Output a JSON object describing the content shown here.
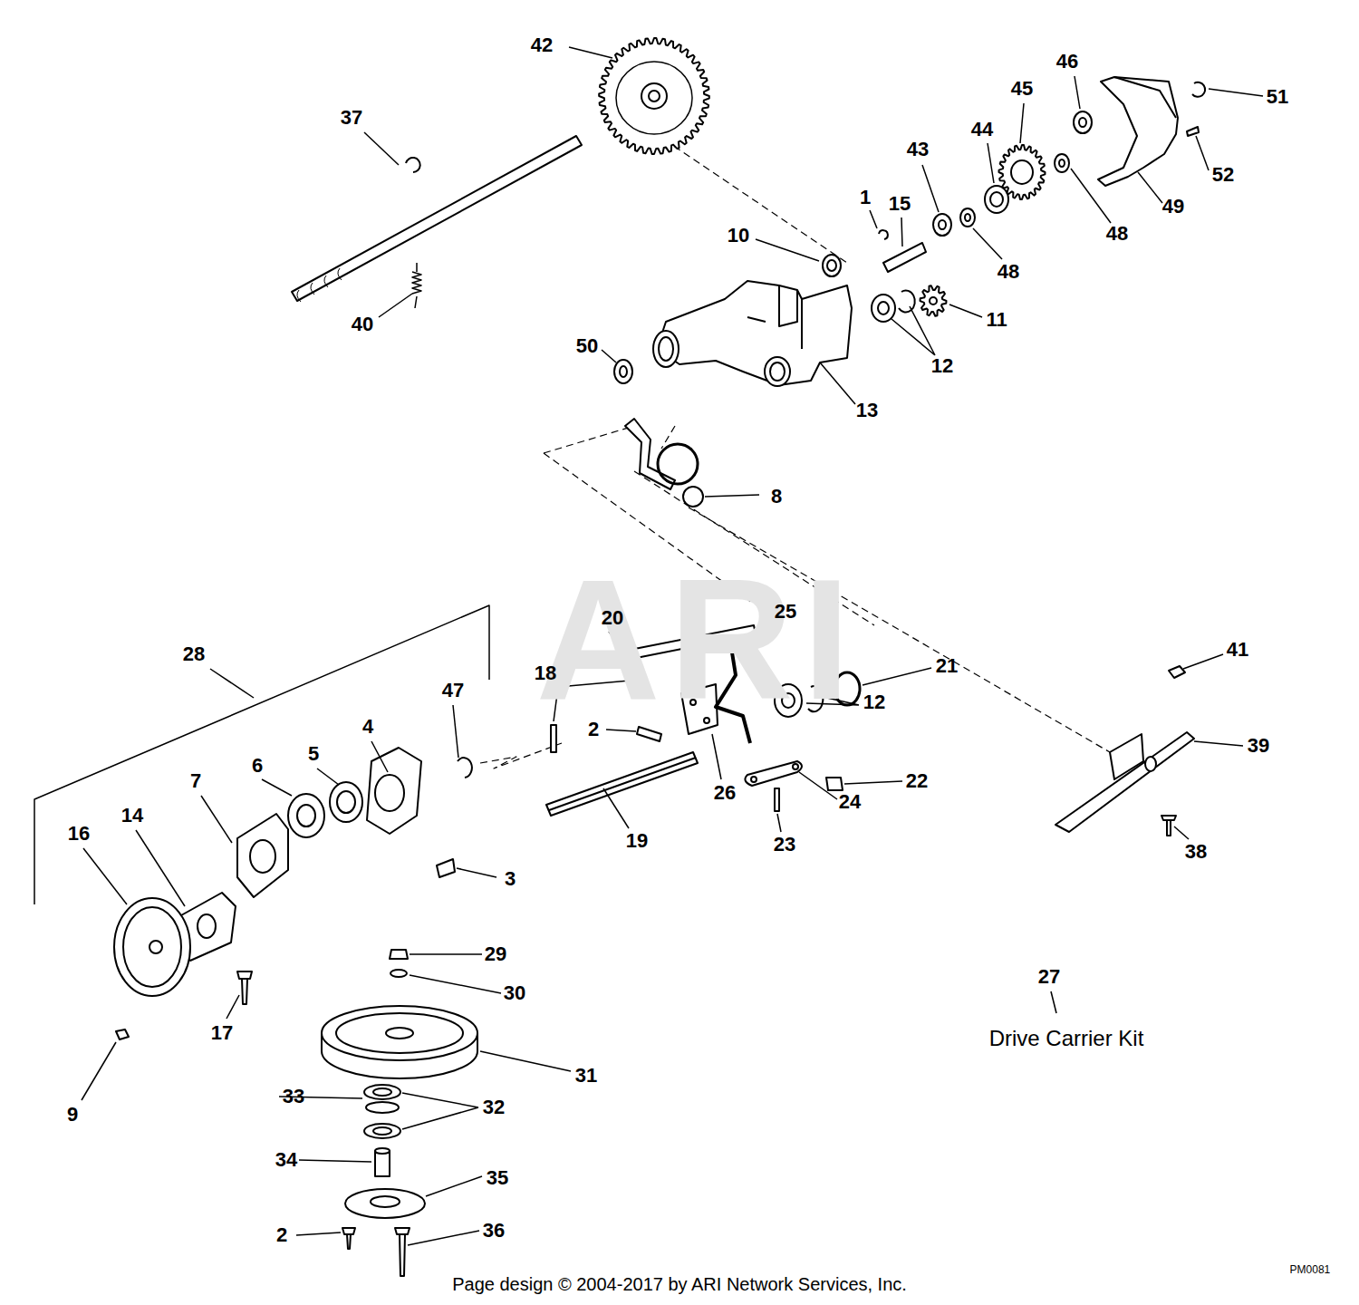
{
  "diagram": {
    "labels": [
      "42",
      "37",
      "46",
      "51",
      "45",
      "44",
      "43",
      "1",
      "15",
      "10",
      "52",
      "49",
      "48",
      "48",
      "40",
      "11",
      "50",
      "12",
      "13",
      "8",
      "ARI",
      "20",
      "25",
      "28",
      "18",
      "41",
      "21",
      "47",
      "12",
      "4",
      "2",
      "39",
      "22",
      "5",
      "6",
      "7",
      "26",
      "24",
      "14",
      "16",
      "19",
      "23",
      "38",
      "3",
      "29",
      "27",
      "30",
      "Drive Carrier Kit",
      "17",
      "31",
      "33",
      "32",
      "9",
      "34",
      "35",
      "2",
      "36",
      "PM0081",
      "Page design © 2004-2017 by ARI Network Services, Inc."
    ]
  }
}
